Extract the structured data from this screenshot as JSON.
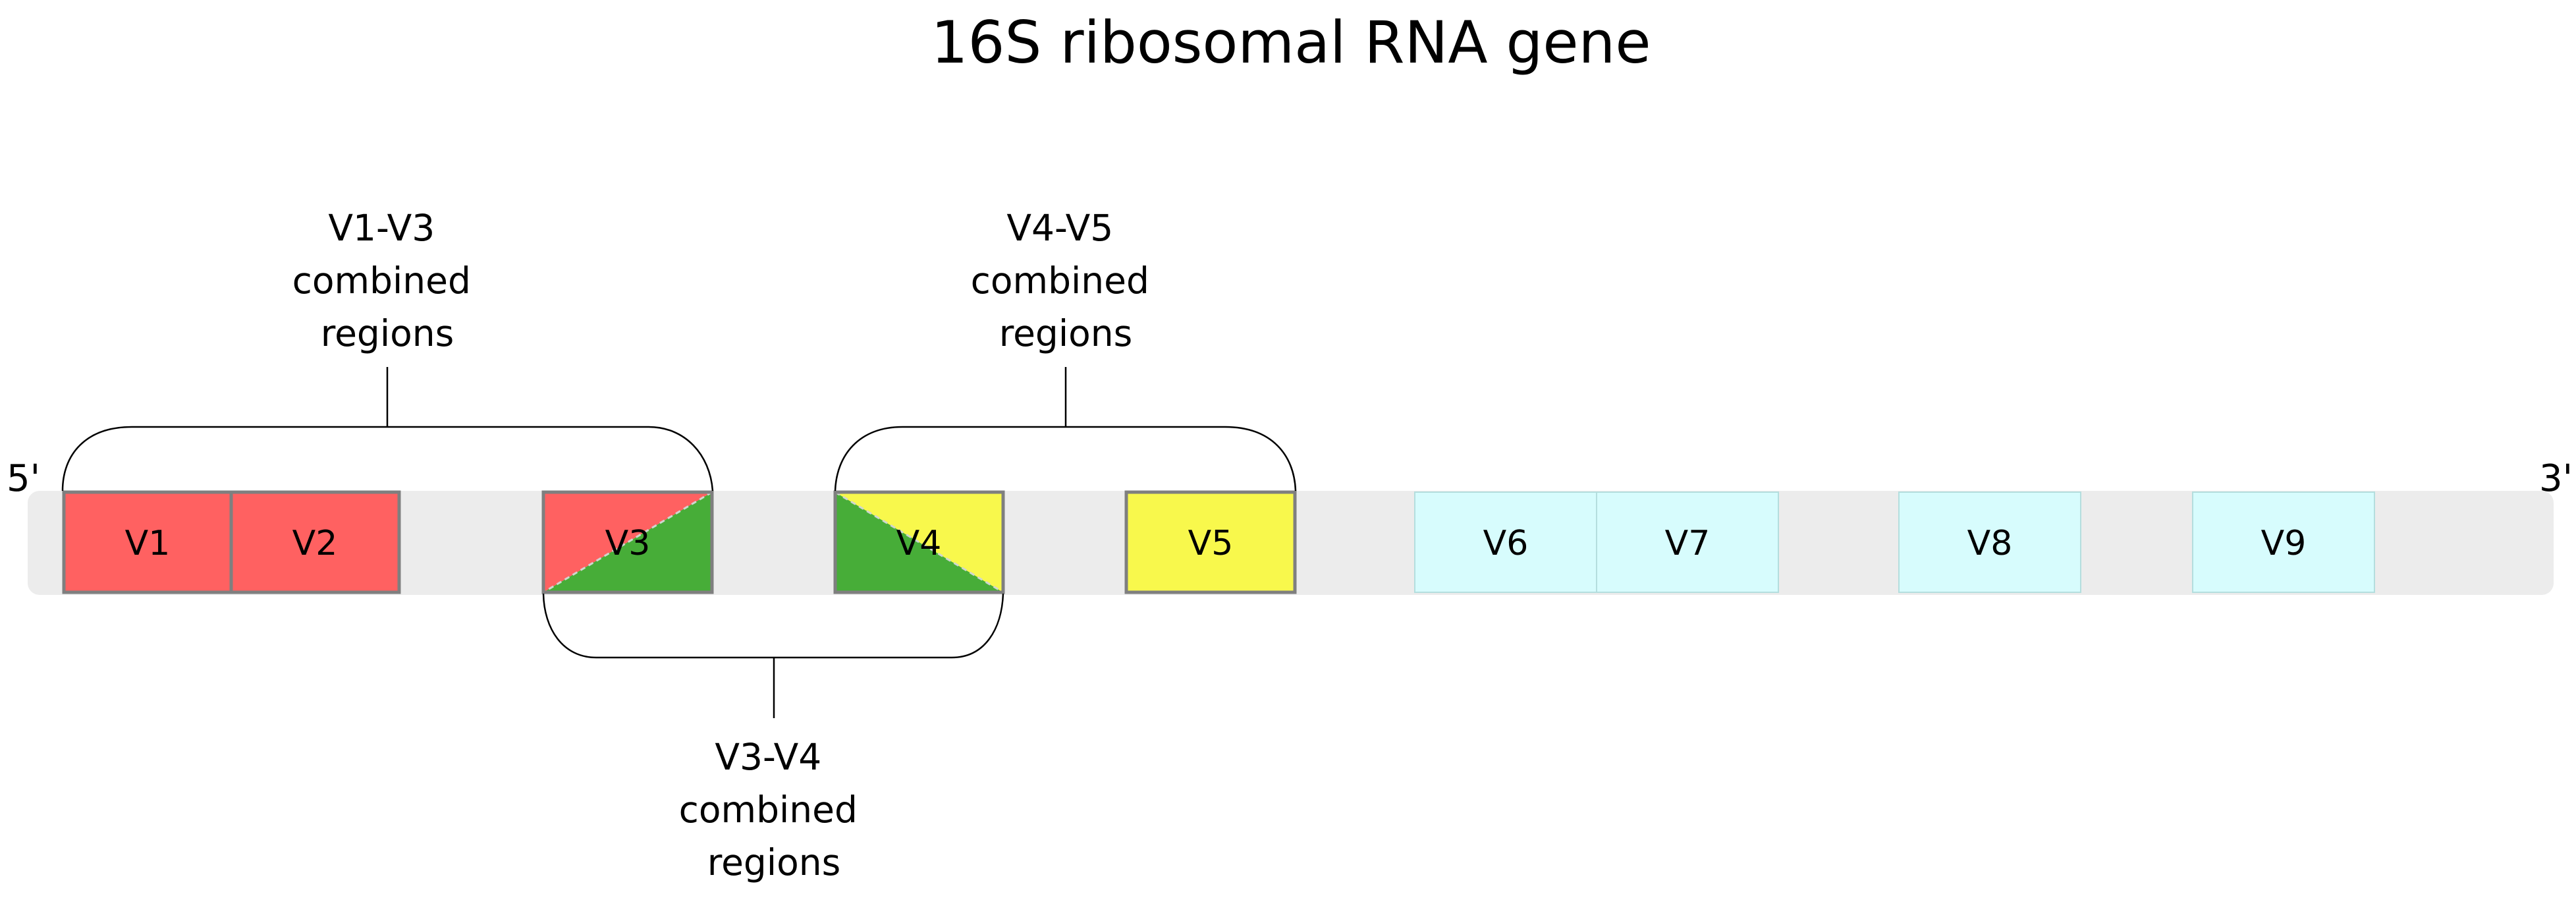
{
  "title": "16S ribosomal RNA gene",
  "ends": {
    "five_prime": "5'",
    "three_prime": "3'"
  },
  "colors": {
    "strand": "#ececec",
    "v1_v3_group": "#ff6161",
    "v3_v4_group": "#47ad38",
    "v4_v5_group": "#f8f84c",
    "ungrouped": "#d7fcfd",
    "outline": "#7f7f7f"
  },
  "regions": [
    {
      "id": "v1",
      "label": "V1",
      "fill": [
        "#ff6161"
      ]
    },
    {
      "id": "v2",
      "label": "V2",
      "fill": [
        "#ff6161"
      ]
    },
    {
      "id": "v3",
      "label": "V3",
      "fill": [
        "#ff6161",
        "#47ad38"
      ]
    },
    {
      "id": "v4",
      "label": "V4",
      "fill": [
        "#f8f84c",
        "#47ad38"
      ]
    },
    {
      "id": "v5",
      "label": "V5",
      "fill": [
        "#f8f84c"
      ]
    },
    {
      "id": "v6",
      "label": "V6",
      "fill": [
        "#d7fcfd"
      ]
    },
    {
      "id": "v7",
      "label": "V7",
      "fill": [
        "#d7fcfd"
      ]
    },
    {
      "id": "v8",
      "label": "V8",
      "fill": [
        "#d7fcfd"
      ]
    },
    {
      "id": "v9",
      "label": "V9",
      "fill": [
        "#d7fcfd"
      ]
    }
  ],
  "groups": {
    "v1_v3": {
      "lines": [
        "V1-V3",
        "combined",
        "regions"
      ]
    },
    "v3_v4": {
      "lines": [
        "V3-V4",
        "combined",
        "regions"
      ]
    },
    "v4_v5": {
      "lines": [
        "V4-V5",
        "combined",
        "regions"
      ]
    }
  }
}
